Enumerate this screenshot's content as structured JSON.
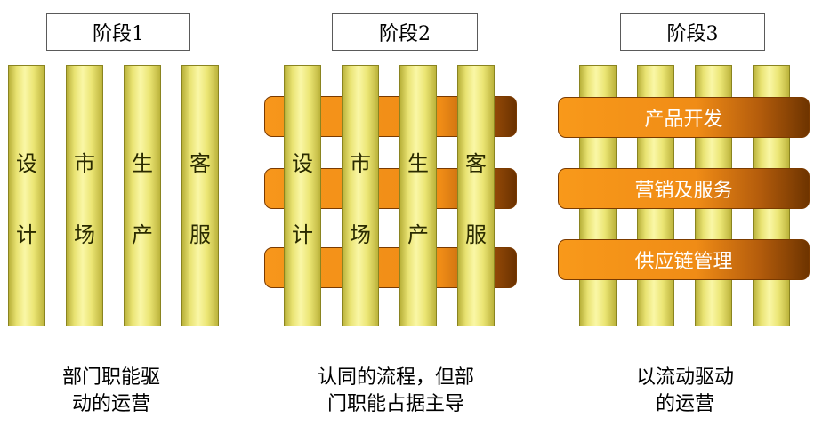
{
  "stages": [
    {
      "label": "阶段1",
      "pillars": [
        {
          "top": "设",
          "bottom": "计"
        },
        {
          "top": "市",
          "bottom": "场"
        },
        {
          "top": "生",
          "bottom": "产"
        },
        {
          "top": "客",
          "bottom": "服"
        }
      ],
      "caption": [
        "部门职能驱",
        "动的运营"
      ]
    },
    {
      "label": "阶段2",
      "pillars": [
        {
          "top": "设",
          "bottom": "计"
        },
        {
          "top": "市",
          "bottom": "场"
        },
        {
          "top": "生",
          "bottom": "产"
        },
        {
          "top": "客",
          "bottom": "服"
        }
      ],
      "caption": [
        "认同的流程，但部",
        "门职能占据主导"
      ]
    },
    {
      "label": "阶段3",
      "bands": [
        "产品开发",
        "营销及服务",
        "供应链管理"
      ],
      "caption": [
        "以流动驱动",
        "的运营"
      ]
    }
  ],
  "colors": {
    "pillar": "#ebe574",
    "band": "#f08c16",
    "band_dark": "#6b3200"
  }
}
